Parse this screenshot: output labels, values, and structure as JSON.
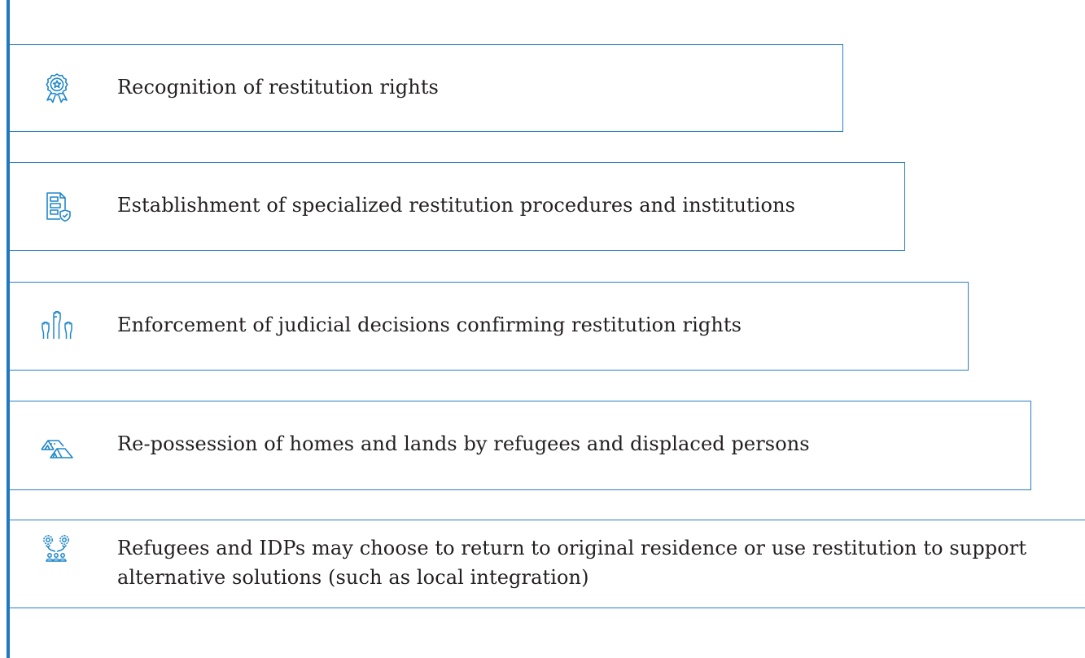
{
  "steps": [
    {
      "icon": "award-ribbon-icon",
      "text": "Recognition of restitution rights"
    },
    {
      "icon": "document-shield-icon",
      "text": "Establishment of specialized restitution procedures and institutions"
    },
    {
      "icon": "raised-fists-icon",
      "text": "Enforcement of judicial decisions confirming restitution rights"
    },
    {
      "icon": "tents-icon",
      "text": "Re-possession of homes and lands by refugees and displaced persons"
    },
    {
      "icon": "people-choices-icon",
      "text": "Refugees and IDPs may choose to return to original residence or use restitution to support alternative solutions (such as local integration)"
    }
  ],
  "colors": {
    "accent": "#1f78c1",
    "icon": "#1f87c9",
    "text": "#231f20"
  }
}
